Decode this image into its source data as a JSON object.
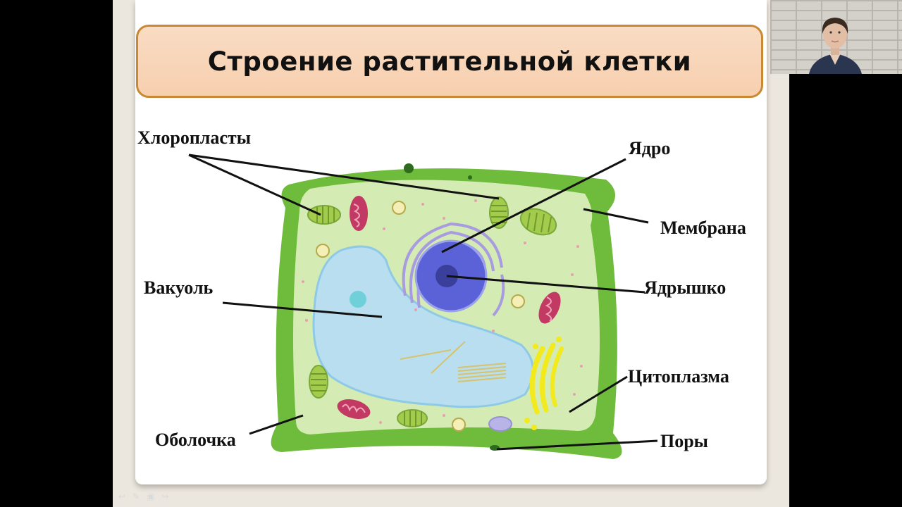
{
  "slide": {
    "title": "Строение растительной клетки"
  },
  "labels": {
    "chloroplasts": "Хлоропласты",
    "nucleus": "Ядро",
    "membrane": "Мембрана",
    "vacuole": "Вакуоль",
    "nucleolus": "Ядрышко",
    "cytoplasm": "Цитоплазма",
    "cell_wall": "Оболочка",
    "pores": "Поры"
  },
  "colors": {
    "title_fill": "#f8d5b8",
    "title_border": "#c98833",
    "cell_wall": "#6fbb3c",
    "cytoplasm": "#d4ebb4",
    "vacuole": "#b9def0",
    "nucleus": "#5b62d8",
    "nucleolus": "#3a3f9b"
  },
  "player": {
    "controls": [
      "prev-icon",
      "pen-icon",
      "menu-icon",
      "next-icon"
    ]
  }
}
